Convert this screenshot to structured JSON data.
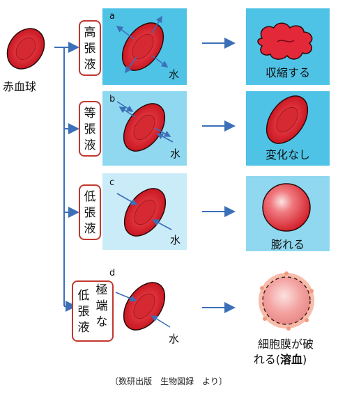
{
  "source_label": "赤血球",
  "rows": [
    {
      "letter": "a",
      "solution": [
        "高",
        "張",
        "液"
      ],
      "water": "水",
      "result": "収縮する"
    },
    {
      "letter": "b",
      "solution": [
        "等",
        "張",
        "液"
      ],
      "water": "水",
      "result": "変化なし"
    },
    {
      "letter": "c",
      "solution": [
        "低",
        "張",
        "液"
      ],
      "water": "水",
      "result": "膨れる"
    },
    {
      "letter": "d",
      "solution": [
        "低",
        "張",
        "液"
      ],
      "solution_col2": [
        "極",
        "端",
        "な"
      ],
      "water": "水",
      "result_lines": [
        "細胞膜が破",
        "れる(",
        "溶血",
        ")"
      ]
    }
  ],
  "caption": "〔数研出版　生物図録　より〕",
  "colors": {
    "panel_dark": "#4fc3e6",
    "panel_mid": "#8fd8f0",
    "panel_light": "#c9ecf8",
    "cell_red": "#e0222e",
    "cell_outline": "#2a0a0a",
    "arrow_blue": "#3b6fb8",
    "label_border": "#c2372e"
  }
}
